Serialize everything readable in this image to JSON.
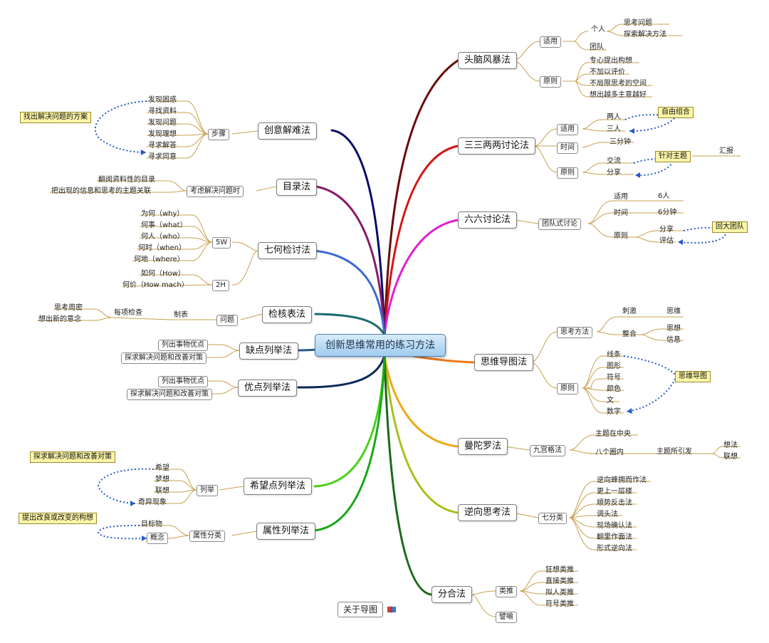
{
  "central": "创新思维常用的练习方法",
  "footer": "关于导图",
  "right": {
    "brainstorm": {
      "title": "头脑风暴法",
      "apply": "适用",
      "individual": "个人",
      "think": "思考问题",
      "explore": "探索解决方法",
      "team": "团队",
      "principle": "原则",
      "p1": "专心提出构想",
      "p2": "不加以评价",
      "p3": "不局限思考的空间",
      "p4": "想出越多主意越好"
    },
    "three_two": {
      "title": "三三两两讨论法",
      "apply": "适用",
      "two": "两人",
      "three": "三人",
      "free": "自由组合",
      "time": "时间",
      "three_min": "三分钟",
      "principle": "原则",
      "exchange": "交流",
      "share": "分享",
      "focus": "针对主题",
      "report": "汇报"
    },
    "six_six": {
      "title": "六六讨论法",
      "team": "团队式讨论",
      "apply": "适用",
      "six_people": "6人",
      "time": "时间",
      "six_min": "6分钟",
      "principle": "原则",
      "share": "分享",
      "evaluate": "评估",
      "back": "回大团队"
    },
    "mindmap": {
      "title": "思维导图法",
      "method": "思考方法",
      "stimulate": "刺激",
      "thinking": "思维",
      "integrate": "整合",
      "idea": "思想",
      "info": "信息",
      "principle": "原则",
      "line": "线条",
      "shape": "图形",
      "symbol": "符号",
      "color": "颜色",
      "text": "文",
      "number": "数字",
      "mm": "思维导图"
    },
    "mandala": {
      "title": "曼陀罗法",
      "grid": "九宫格法",
      "center": "主题在中央",
      "eight": "八个圈内",
      "induced": "主题所引发",
      "think": "想法",
      "assoc": "联想"
    },
    "reverse": {
      "title": "逆向思考法",
      "seven": "七分类",
      "r1": "逆向蜂拥而作法",
      "r2": "更上一层楼",
      "r3": "顺势反击法",
      "r4": "调头法",
      "r5": "现场确认法",
      "r6": "翻里作面法",
      "r7": "形式逆向法"
    },
    "synthesis": {
      "title": "分合法",
      "analogy": "类推",
      "a1": "狂想类推",
      "a2": "直接类推",
      "a3": "拟人类推",
      "a4": "符号类推",
      "metaphor": "譬喻"
    }
  },
  "left": {
    "creative": {
      "title": "创意解难法",
      "steps": "步骤",
      "s1": "发现困惑",
      "s2": "寻找资料",
      "s3": "发现问题",
      "s4": "发现理想",
      "s5": "寻求解答",
      "s6": "寻求同意",
      "callout": "找出解决问题的方案"
    },
    "catalog": {
      "title": "目录法",
      "consider": "考虑解决问题时",
      "c1": "翻阅资料性的目录",
      "c2": "把出现的信息和思考的主题关联"
    },
    "seven_q": {
      "title": "七何检讨法",
      "w5": "5W",
      "why": "为何（why）",
      "what": "何事（what）",
      "who": "何人（who）",
      "when": "何时（when）",
      "where": "何地（where）",
      "h2": "2H",
      "how": "如何（How）",
      "howmuch": "何价（How mach）"
    },
    "check": {
      "title": "检核表法",
      "problem": "问题",
      "table": "制表",
      "each": "每项检查",
      "t1": "思考周密",
      "t2": "想出新的意念"
    },
    "defect": {
      "title": "缺点列举法",
      "d1": "列出事物优点",
      "d2": "探求解决问题和改善对策"
    },
    "merit": {
      "title": "优点列举法",
      "m1": "列出事物优点",
      "m2": "探求解决问题和改善对策"
    },
    "hope": {
      "title": "希望点列举法",
      "list": "列举",
      "h1": "希望",
      "h2": "梦想",
      "h3": "联想",
      "h4": "奇异现象",
      "callout": "探求解决问题和改善对策"
    },
    "attribute": {
      "title": "属性列举法",
      "classify": "属性分类",
      "a1": "目标物",
      "a2": "概念",
      "callout": "提出改良或改变的构想"
    }
  },
  "colors": {
    "brainstorm": "#6b0a0a",
    "three_two": "#d41414",
    "six_six": "#e020d0",
    "mindmap": "#f07818",
    "mandala": "#f0a818",
    "reverse": "#a8c018",
    "synthesis": "#1a6a1a",
    "creative": "#0a0a6a",
    "catalog": "#8a1a6a",
    "seven_q": "#3a6ad0",
    "check": "#1a6a6a",
    "defect": "#2a5a8a",
    "merit": "#0a2a5a",
    "hope": "#4ad018",
    "attribute": "#18a818",
    "subline": "#c8a050",
    "dotted": "#2a5ac8"
  },
  "icons": [
    "book-icon"
  ]
}
